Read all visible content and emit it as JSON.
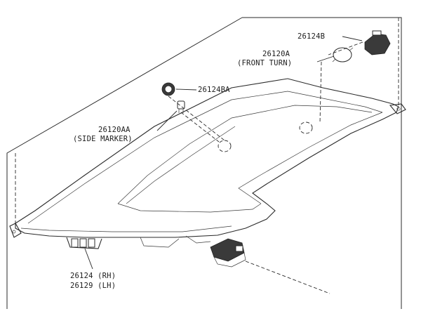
{
  "labels": {
    "socket_top": "26124B",
    "front_turn_part": "26120A",
    "front_turn_name": "(FRONT TURN)",
    "socket_mid": "26124BA",
    "side_marker_part": "26120AA",
    "side_marker_name": "(SIDE MARKER)",
    "lamp_rh": "26124 (RH)",
    "lamp_lh": "26129 (LH)"
  }
}
